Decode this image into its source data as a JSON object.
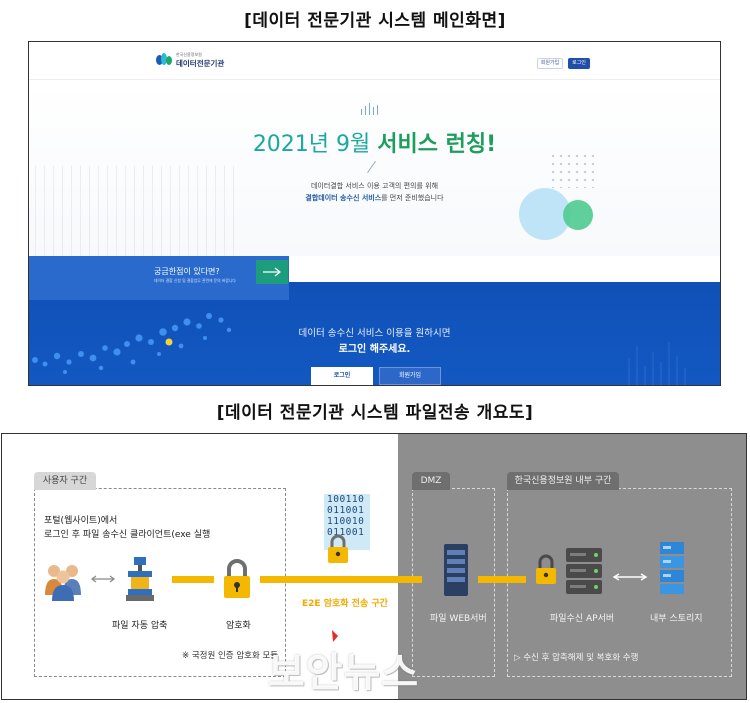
{
  "captions": {
    "top": "[데이터 전문기관 시스템 메인화면]",
    "bottom": "[데이터 전문기관 시스템 파일전송 개요도]"
  },
  "portal": {
    "logo_small": "한국신용정보원",
    "logo_title": "데이터전문기관",
    "join_button": "회원가입",
    "login_button": "로그인",
    "hero_title_plain": "2021년 9월 ",
    "hero_title_bold": "서비스 런칭!",
    "hero_line1": "데이터결합 서비스 이용 고객의 편의를 위해",
    "hero_line2_bold": "결합데이터 송수신 서비스",
    "hero_line2_rest": "를 먼저 준비했습니다",
    "question_title": "궁금한점이 있다면?",
    "question_sub": "데이터 결합 신청 및 결합업무 관련에 문의 바랍니다",
    "blue_line1": "데이터 송수신 서비스 이용을 원하시면",
    "blue_line2": "로그인 해주세요.",
    "bottom_login": "로그인",
    "bottom_join": "회원가입"
  },
  "diagram": {
    "zone_user": "사용자 구간",
    "zone_dmz": "DMZ",
    "zone_inner": "한국신용정보원 내부 구간",
    "user_note_line1": "포털(웹사이트)에서",
    "user_note_line2": "로그인 후 파일 송수신 클라이언트(exe 실행",
    "label_compress": "파일 자동 압축",
    "label_encrypt": "암호화",
    "note_nis": "※ 국정원 인증 암호화 모듈",
    "binary_lines": [
      "100110",
      "011001",
      "110010",
      "011001"
    ],
    "label_e2e": "E2E 암호화 전송 구간",
    "label_web": "파일 WEB서버",
    "label_ap": "파일수신 AP서버",
    "label_storage": "내부 스토리지",
    "note_inner": "▷ 수신 후 압축해제 및 복호화 수행"
  },
  "watermark": "보안뉴스",
  "colors": {
    "brand_blue": "#1f4fa8",
    "teal": "#1aa8a0",
    "green": "#1e9e5c",
    "transfer_yellow": "#f5b800",
    "dmz_gray": "#8e8e8e"
  },
  "icons": {
    "users": "users-icon",
    "compress": "vise-compress-icon",
    "lock": "padlock-icon",
    "server": "server-rack-icon",
    "storage": "storage-icon",
    "arrow": "arrow-right-icon"
  }
}
